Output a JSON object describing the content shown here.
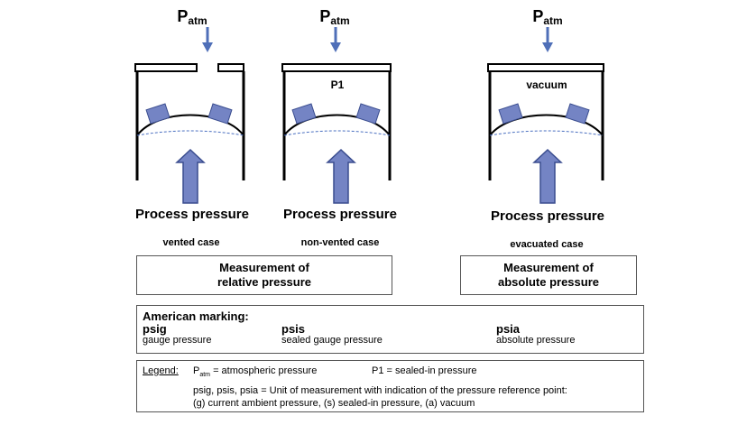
{
  "patm": {
    "main": "P",
    "sub": "atm"
  },
  "cases": [
    {
      "inner_label": "",
      "process_label": "Process pressure",
      "case_label": "vented case"
    },
    {
      "inner_label": "P1",
      "process_label": "Process pressure",
      "case_label": "non-vented case"
    },
    {
      "inner_label": "vacuum",
      "process_label": "Process pressure",
      "case_label": "evacuated case"
    }
  ],
  "measurement": {
    "relative": {
      "line1": "Measurement of",
      "line2": "relative pressure"
    },
    "absolute": {
      "line1": "Measurement of",
      "line2": "absolute pressure"
    }
  },
  "american": {
    "title": "American marking:",
    "items": [
      {
        "code": "psig",
        "desc": "gauge pressure"
      },
      {
        "code": "psis",
        "desc": "sealed gauge pressure"
      },
      {
        "code": "psia",
        "desc": "absolute pressure"
      }
    ]
  },
  "legend": {
    "label": "Legend:",
    "patm_main": "P",
    "patm_sub": "atm",
    "patm_def": " = atmospheric pressure",
    "p1_def": "P1 = sealed-in pressure",
    "line2": "psig, psis, psia = Unit of measurement  with indication of the pressure reference point:",
    "line3": "(g) current ambient pressure, (s) sealed-in pressure, (a) vacuum"
  },
  "colors": {
    "arrow": "#4f6fb8",
    "block_fill": "#7484c4",
    "block_stroke": "#3a4d8f",
    "dash": "#4a6fc0"
  }
}
